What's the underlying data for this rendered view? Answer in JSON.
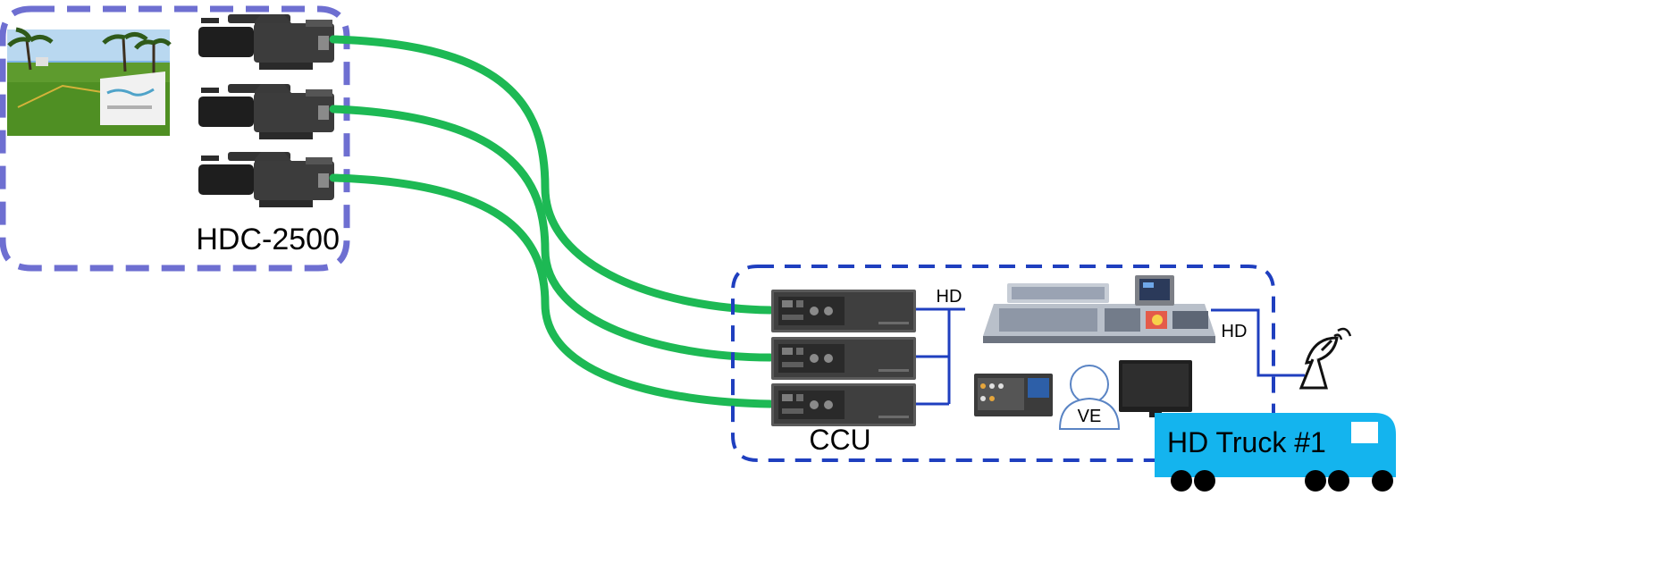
{
  "camera_group": {
    "label": "HDC-2500",
    "camera_count": 3,
    "border_color": "#6e6fd1"
  },
  "ccu_group": {
    "label": "CCU",
    "unit_count": 3,
    "border_color": "#1f3fbf"
  },
  "links": {
    "ccu_out_label": "HD",
    "truck_out_label": "HD",
    "fiber_color": "#1db954",
    "signal_color": "#1f3fbf"
  },
  "operator": {
    "label": "VE"
  },
  "truck": {
    "label": "HD Truck #1",
    "color": "#14b4ee"
  },
  "icons": [
    "broadcast-camera-icon",
    "ccu-unit-icon",
    "production-switcher-icon",
    "touch-panel-icon",
    "router-panel-icon",
    "monitor-icon",
    "person-icon",
    "satellite-dish-icon",
    "truck-icon"
  ]
}
